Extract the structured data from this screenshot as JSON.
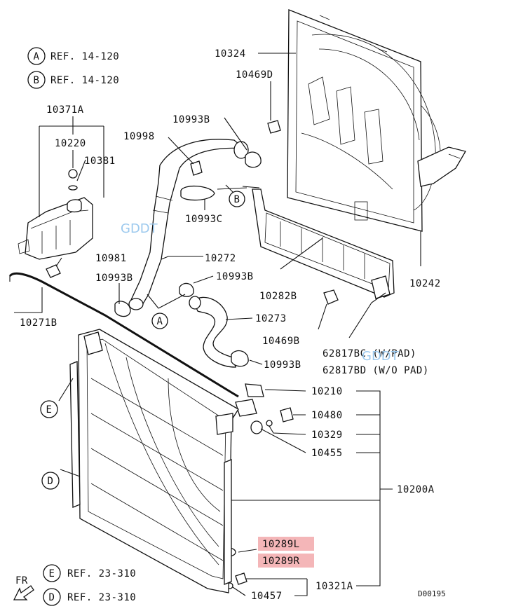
{
  "references": [
    {
      "letter": "A",
      "text": "REF. 14-120"
    },
    {
      "letter": "B",
      "text": "REF. 14-120"
    },
    {
      "letter": "E",
      "text": "REF. 23-310"
    },
    {
      "letter": "D",
      "text": "REF. 23-310"
    }
  ],
  "callout_letters": {
    "a": "A",
    "b": "B",
    "d": "D",
    "e": "E"
  },
  "parts": {
    "p10324": "10324",
    "p10469D": "10469D",
    "p10371A": "10371A",
    "p10220": "10220",
    "p10381": "10381",
    "p10993B_1": "10993B",
    "p10998": "10998",
    "p10993C": "10993C",
    "p10981": "10981",
    "p10272": "10272",
    "p10993B_2": "10993B",
    "p10993B_3": "10993B",
    "p10282B": "10282B",
    "p10242": "10242",
    "p10271B": "10271B",
    "p10273": "10273",
    "p10469B": "10469B",
    "p62817BC": "62817BC (W/PAD)",
    "p62817BD": "62817BD (W/O PAD)",
    "p10993B_4": "10993B",
    "p10210": "10210",
    "p10480": "10480",
    "p10329": "10329",
    "p10455": "10455",
    "p10200A": "10200A",
    "p10289L": "10289L",
    "p10289R": "10289R",
    "p10457": "10457",
    "p10321A": "10321A"
  },
  "direction_label": "FR",
  "diagram_code": "D00195",
  "watermarks": [
    "GDDT",
    "GDDT"
  ],
  "colors": {
    "highlight": "#f4b6b8",
    "watermark": "#9cc9ee",
    "ink": "#111111"
  }
}
